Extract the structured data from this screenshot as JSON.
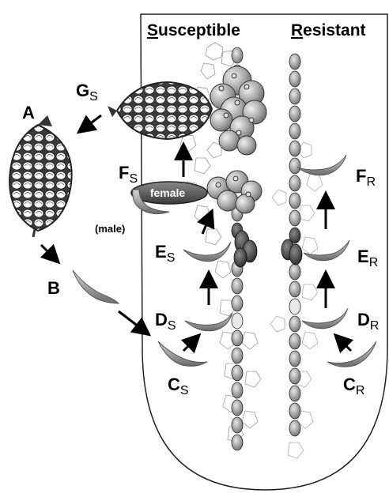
{
  "headers": {
    "susceptible_initial": "S",
    "susceptible_rest": "usceptible",
    "resistant_initial": "R",
    "resistant_rest": "esistant"
  },
  "labels": {
    "A": "A",
    "B": "B",
    "C": "C",
    "D": "D",
    "E": "E",
    "F": "F",
    "G": "G",
    "sub_s": "S",
    "sub_r": "R",
    "female": "female",
    "male": "(male)"
  },
  "colors": {
    "outline": "#222222",
    "worm_light": "#bdbdbd",
    "worm_dark": "#5a5a5a",
    "cell_light": "#c8c8c8",
    "cell_dark": "#6a6a6a",
    "giant_cell": "#a9a9a9"
  }
}
